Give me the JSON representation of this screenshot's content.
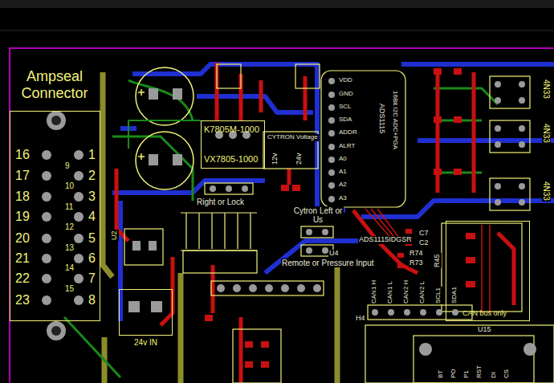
{
  "diagram": {
    "nodes": [
      {
        "text": [
          "Ampseal Connector"
        ]
      },
      {
        "text": [
          "K7805M-1000",
          "VX7805-1000"
        ]
      },
      {
        "text": [
          "CAN bus only"
        ]
      },
      {
        "text": [
          "24v IN"
        ]
      }
    ],
    "labels": [
      "16",
      "17",
      "18",
      "19",
      "20",
      "21",
      "22",
      "23",
      "1",
      "2",
      "3",
      "4",
      "5",
      "6",
      "7",
      "8",
      "9",
      "10",
      "11",
      "12",
      "13",
      "14",
      "15",
      "CYTRON Voltage",
      "12v",
      "24v",
      "Right or Lock",
      "Cytron Left or Us",
      "Remote or Pressure Input",
      "U4",
      "VDD",
      "GND",
      "SCL",
      "SDA",
      "ADDR",
      "ALRT",
      "A0",
      "A1",
      "A2",
      "A3",
      "ADS1115",
      "16Bit I2C ADC+PGA",
      "ADS1115IDGSR",
      "C7",
      "C2",
      "R74",
      "R73",
      "R45",
      "4N33",
      "4N33",
      "4N33",
      "CAN1 H",
      "CAN1 L",
      "CAN2 H",
      "CAN2 L",
      "SCL1",
      "SDA1",
      "H4",
      "U15",
      "BT",
      "PO",
      "P1",
      "RST",
      "DI",
      "CS",
      "U2"
    ]
  }
}
